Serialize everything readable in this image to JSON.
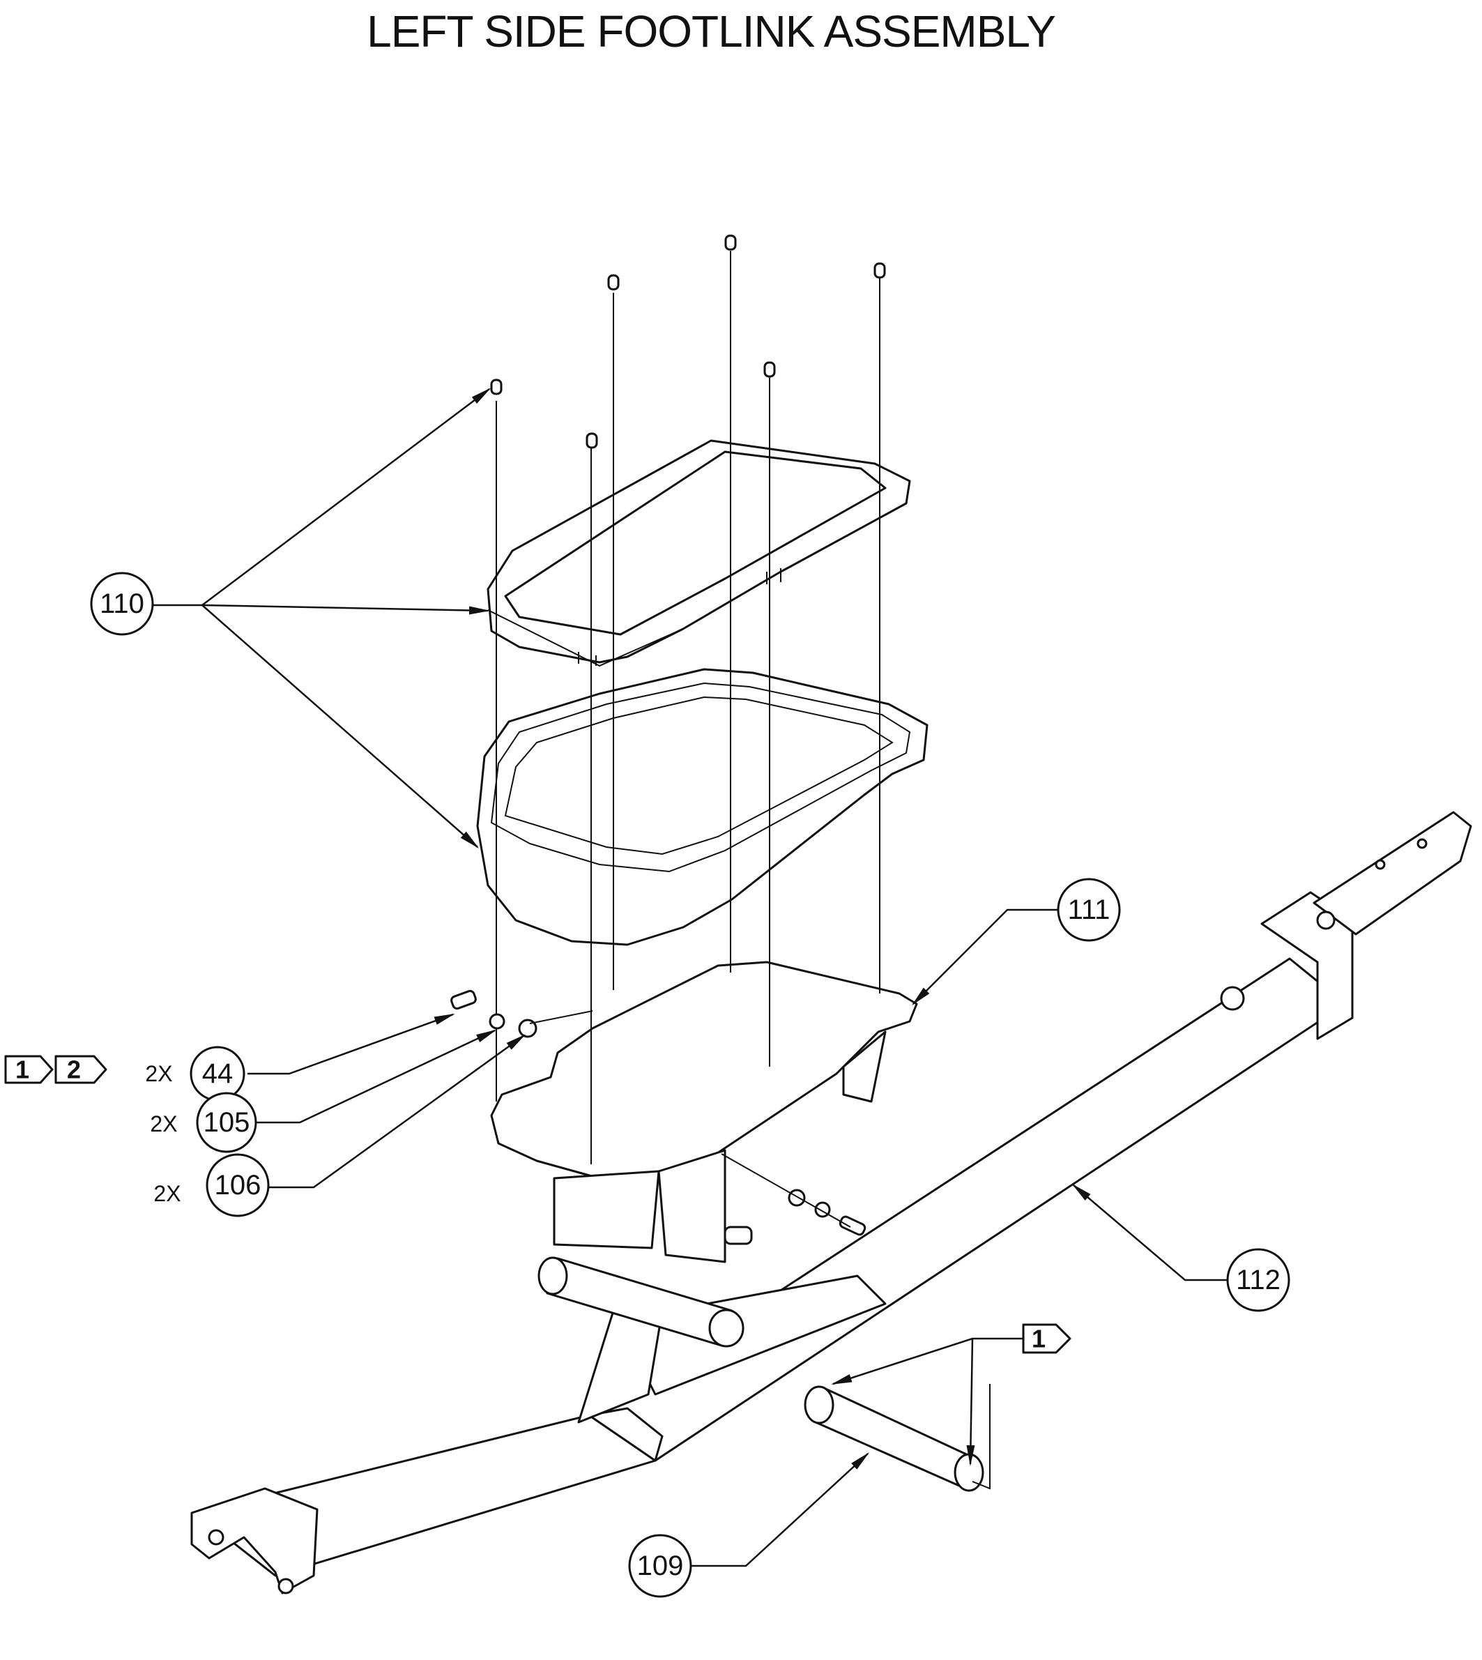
{
  "title": "LEFT SIDE FOOTLINK ASSEMBLY",
  "callouts": [
    {
      "id": "110",
      "label": "110",
      "qty": ""
    },
    {
      "id": "111",
      "label": "111",
      "qty": ""
    },
    {
      "id": "112",
      "label": "112",
      "qty": ""
    },
    {
      "id": "109",
      "label": "109",
      "qty": ""
    },
    {
      "id": "44",
      "label": "44",
      "qty": "2X"
    },
    {
      "id": "105",
      "label": "105",
      "qty": "2X"
    },
    {
      "id": "106",
      "label": "106",
      "qty": "2X"
    }
  ],
  "note_flags": {
    "left_1": "1",
    "left_2": "2",
    "right_1": "1"
  }
}
